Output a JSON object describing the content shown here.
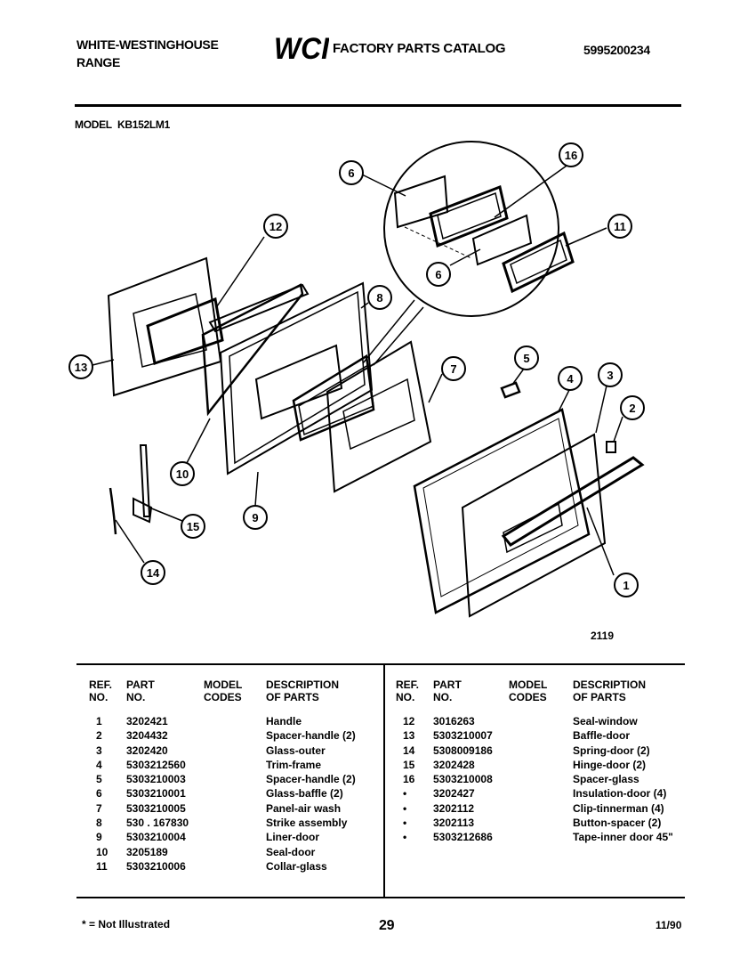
{
  "header": {
    "brand_line1": "WHITE-WESTINGHOUSE",
    "brand_line2": "RANGE",
    "logo_text": "WCI",
    "catalog_title": "FACTORY PARTS CATALOG",
    "catalog_number": "5995200234",
    "model_label": "MODEL",
    "model_number": "KB152LM1"
  },
  "diagram": {
    "figure_number": "2119",
    "callouts": [
      "1",
      "2",
      "3",
      "4",
      "5",
      "6",
      "6",
      "7",
      "8",
      "9",
      "10",
      "11",
      "12",
      "13",
      "14",
      "15",
      "16"
    ]
  },
  "table": {
    "headers": {
      "ref": [
        "REF.",
        "NO."
      ],
      "part": [
        "PART",
        "NO."
      ],
      "model": [
        "MODEL",
        "CODES"
      ],
      "desc": [
        "DESCRIPTION",
        "OF PARTS"
      ]
    },
    "left_rows": [
      {
        "ref": "1",
        "part": "3202421",
        "desc": "Handle"
      },
      {
        "ref": "2",
        "part": "3204432",
        "desc": "Spacer-handle (2)"
      },
      {
        "ref": "3",
        "part": "3202420",
        "desc": "Glass-outer"
      },
      {
        "ref": "4",
        "part": "5303212560",
        "desc": "Trim-frame"
      },
      {
        "ref": "5",
        "part": "5303210003",
        "desc": "Spacer-handle (2)"
      },
      {
        "ref": "6",
        "part": "5303210001",
        "desc": "Glass-baffle (2)"
      },
      {
        "ref": "7",
        "part": "5303210005",
        "desc": "Panel-air wash"
      },
      {
        "ref": "8",
        "part": "530 . 167830",
        "desc": "Strike assembly"
      },
      {
        "ref": "9",
        "part": "5303210004",
        "desc": "Liner-door"
      },
      {
        "ref": "10",
        "part": "3205189",
        "desc": "Seal-door"
      },
      {
        "ref": "11",
        "part": "5303210006",
        "desc": "Collar-glass"
      }
    ],
    "right_rows": [
      {
        "ref": "12",
        "part": "3016263",
        "desc": "Seal-window"
      },
      {
        "ref": "13",
        "part": "5303210007",
        "desc": "Baffle-door"
      },
      {
        "ref": "14",
        "part": "5308009186",
        "desc": "Spring-door (2)"
      },
      {
        "ref": "15",
        "part": "3202428",
        "desc": "Hinge-door (2)"
      },
      {
        "ref": "16",
        "part": "5303210008",
        "desc": "Spacer-glass"
      },
      {
        "ref": "",
        "part": "",
        "desc": ""
      },
      {
        "ref": "•",
        "part": "3202427",
        "desc": "Insulation-door (4)"
      },
      {
        "ref": "•",
        "part": "3202112",
        "desc": "Clip-tinnerman (4)"
      },
      {
        "ref": "•",
        "part": "3202113",
        "desc": "Button-spacer (2)"
      },
      {
        "ref": "•",
        "part": "5303212686",
        "desc": "Tape-inner door 45\""
      }
    ]
  },
  "footer": {
    "note": "* = Not Illustrated",
    "page": "29",
    "date": "11/90"
  }
}
